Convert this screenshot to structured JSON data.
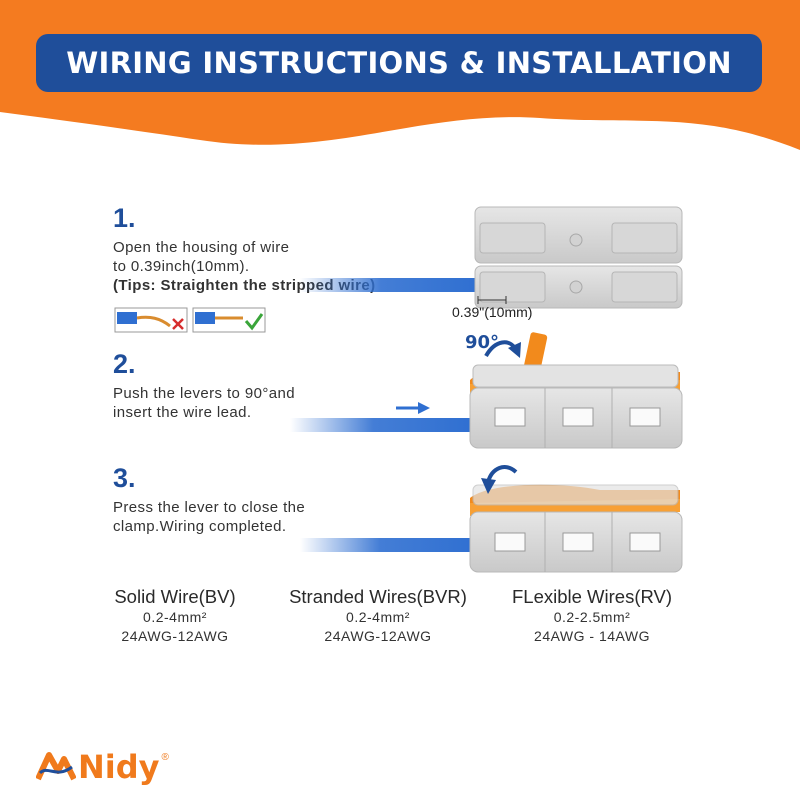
{
  "header": {
    "title": "WIRING INSTRUCTIONS & INSTALLATION",
    "accent_color": "#f47b20",
    "pill_color": "#1f4e9a"
  },
  "steps": [
    {
      "number": "1.",
      "lines": [
        "Open the housing of wire",
        "to 0.39inch(10mm)."
      ],
      "tip": "(Tips: Straighten the stripped wire)",
      "measure_label": "0.39\"(10mm)",
      "icons": [
        "cross-icon",
        "check-icon"
      ]
    },
    {
      "number": "2.",
      "lines": [
        "Push the levers to 90°and",
        "insert the wire lead."
      ],
      "angle_label": "90°"
    },
    {
      "number": "3.",
      "lines": [
        "Press the lever to close the",
        "clamp.Wiring completed."
      ]
    }
  ],
  "specs": [
    {
      "title": "Solid Wire(BV)",
      "range": "0.2-4mm²",
      "awg": "24AWG-12AWG"
    },
    {
      "title": "Stranded Wires(BVR)",
      "range": "0.2-4mm²",
      "awg": "24AWG-12AWG"
    },
    {
      "title": "FLexible Wires(RV)",
      "range": "0.2-2.5mm²",
      "awg": "24AWG - 14AWG"
    }
  ],
  "brand": {
    "name": "Nidy",
    "registered": "®"
  }
}
